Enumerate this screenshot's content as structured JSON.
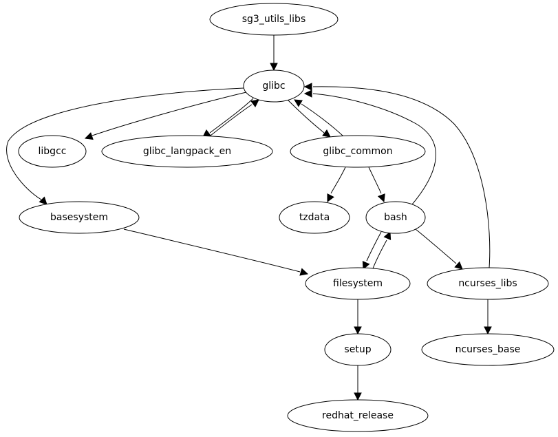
{
  "graph": {
    "type": "directed-dependency-graph",
    "nodes": [
      {
        "id": "sg3_utils_libs",
        "label": "sg3_utils_libs"
      },
      {
        "id": "glibc",
        "label": "glibc"
      },
      {
        "id": "libgcc",
        "label": "libgcc"
      },
      {
        "id": "glibc_langpack_en",
        "label": "glibc_langpack_en"
      },
      {
        "id": "glibc_common",
        "label": "glibc_common"
      },
      {
        "id": "basesystem",
        "label": "basesystem"
      },
      {
        "id": "tzdata",
        "label": "tzdata"
      },
      {
        "id": "bash",
        "label": "bash"
      },
      {
        "id": "filesystem",
        "label": "filesystem"
      },
      {
        "id": "ncurses_libs",
        "label": "ncurses_libs"
      },
      {
        "id": "setup",
        "label": "setup"
      },
      {
        "id": "ncurses_base",
        "label": "ncurses_base"
      },
      {
        "id": "redhat_release",
        "label": "redhat_release"
      }
    ],
    "edges": [
      {
        "from": "sg3_utils_libs",
        "to": "glibc"
      },
      {
        "from": "glibc",
        "to": "libgcc"
      },
      {
        "from": "glibc",
        "to": "glibc_langpack_en"
      },
      {
        "from": "glibc_langpack_en",
        "to": "glibc"
      },
      {
        "from": "glibc",
        "to": "glibc_common"
      },
      {
        "from": "glibc_common",
        "to": "glibc"
      },
      {
        "from": "glibc",
        "to": "basesystem"
      },
      {
        "from": "glibc_common",
        "to": "tzdata"
      },
      {
        "from": "glibc_common",
        "to": "bash"
      },
      {
        "from": "bash",
        "to": "glibc"
      },
      {
        "from": "ncurses_libs",
        "to": "glibc"
      },
      {
        "from": "basesystem",
        "to": "filesystem"
      },
      {
        "from": "bash",
        "to": "filesystem"
      },
      {
        "from": "filesystem",
        "to": "bash"
      },
      {
        "from": "bash",
        "to": "ncurses_libs"
      },
      {
        "from": "filesystem",
        "to": "setup"
      },
      {
        "from": "ncurses_libs",
        "to": "ncurses_base"
      },
      {
        "from": "setup",
        "to": "redhat_release"
      }
    ]
  }
}
